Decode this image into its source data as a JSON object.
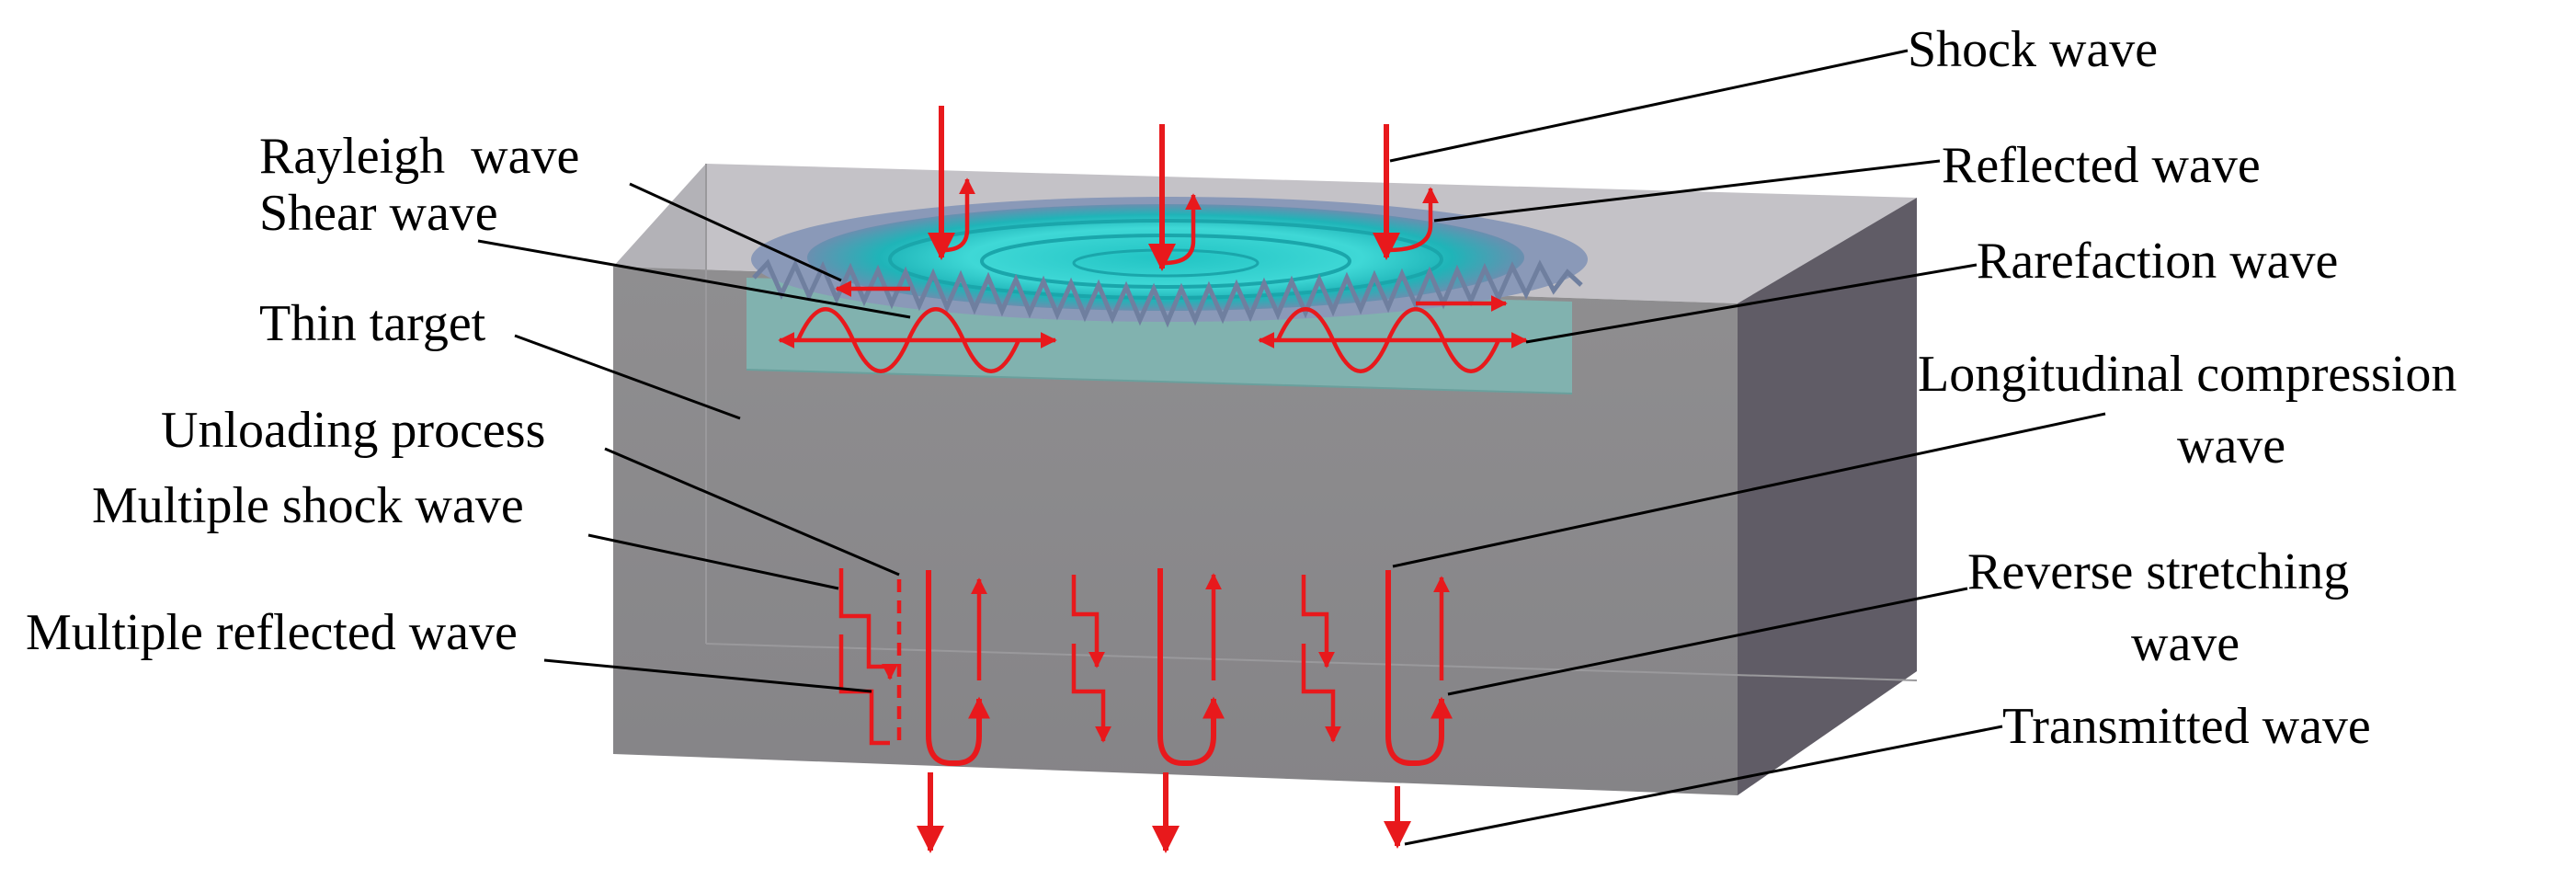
{
  "colors": {
    "block_top": "#c2c0c4",
    "block_front": "#8e8d8f",
    "block_side": "#605c66",
    "thin_target": "#7fb8b5",
    "crater": "#2fcfcf",
    "arrow": "#e8191c",
    "label": "#000000"
  },
  "labels": {
    "shock_wave": "Shock wave",
    "reflected_wave": "Reflected wave",
    "rarefaction_wave": "Rarefaction wave",
    "longitudinal_compression_wave_line1": "Longitudinal compression",
    "longitudinal_compression_wave_line2": "wave",
    "reverse_stretching_wave_line1": "Reverse stretching",
    "reverse_stretching_wave_line2": "wave",
    "transmitted_wave": "Transmitted wave",
    "rayleigh_wave": "Rayleigh  wave",
    "shear_wave": "Shear wave",
    "thin_target": "Thin target",
    "unloading_process": "Unloading process",
    "multiple_shock_wave": "Multiple shock wave",
    "multiple_reflected_wave": "Multiple reflected wave"
  }
}
